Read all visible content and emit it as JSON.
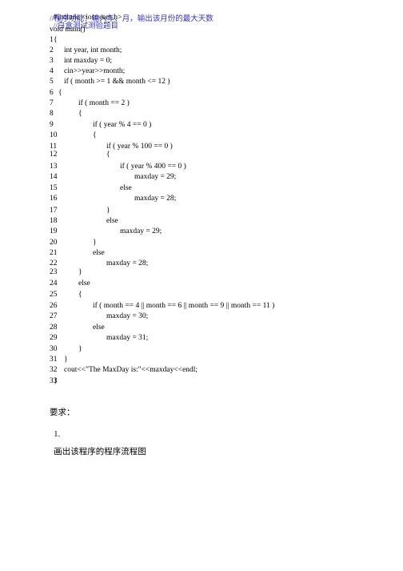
{
  "header": {
    "include": "#include <iostream.h>",
    "include_comment": "//白盒测试测验题目",
    "purpose_comment": "//程序功能：输入年、月，输出该月份的最大天数",
    "main_signature": "void main()"
  },
  "code_lines": [
    {
      "num": "1",
      "text": "{"
    },
    {
      "num": "2",
      "text": "int year, int month;"
    },
    {
      "num": "3",
      "text": "int maxday = 0;"
    },
    {
      "num": "4",
      "text": "cin>>year>>month;"
    },
    {
      "num": "5",
      "text": "if ( month >= 1 && month <= 12 )"
    },
    {
      "num": "6",
      "text": "{"
    },
    {
      "num": "7",
      "text": "if ( month == 2 )"
    },
    {
      "num": "8",
      "text": "{"
    },
    {
      "num": "9",
      "text": "if ( year % 4 == 0 )"
    },
    {
      "num": "10",
      "text": "{"
    },
    {
      "num": "11",
      "text": "if ( year % 100 == 0 )"
    },
    {
      "num": "12",
      "text": "{"
    },
    {
      "num": "13",
      "text": "if ( year % 400 == 0 )"
    },
    {
      "num": "14",
      "text": "maxday = 29;"
    },
    {
      "num": "15",
      "text": "else"
    },
    {
      "num": "16",
      "text": "maxday = 28;"
    },
    {
      "num": "17",
      "text": "}"
    },
    {
      "num": "18",
      "text": "else"
    },
    {
      "num": "19",
      "text": "maxday = 29;"
    },
    {
      "num": "20",
      "text": "}"
    },
    {
      "num": "21",
      "text": "else"
    },
    {
      "num": "22",
      "text": "maxday = 28;"
    },
    {
      "num": "23",
      "text": "}"
    },
    {
      "num": "24",
      "text": "else"
    },
    {
      "num": "25",
      "text": "{"
    },
    {
      "num": "26",
      "text": "if ( month == 4 || month == 6 || month == 9 || month == 11 )"
    },
    {
      "num": "27",
      "text": "maxday = 30;"
    },
    {
      "num": "28",
      "text": "else"
    },
    {
      "num": "29",
      "text": "maxday = 31;"
    },
    {
      "num": "30",
      "text": "}"
    },
    {
      "num": "31",
      "text": "}"
    },
    {
      "num": "32",
      "text": "cout<<\"The MaxDay is:\"<<maxday<<endl;"
    },
    {
      "num": "33",
      "text": "}"
    }
  ],
  "footer": {
    "requirements_label": "要求：",
    "item_number": "1.",
    "item_text": "画出该程序的程序流程图"
  }
}
